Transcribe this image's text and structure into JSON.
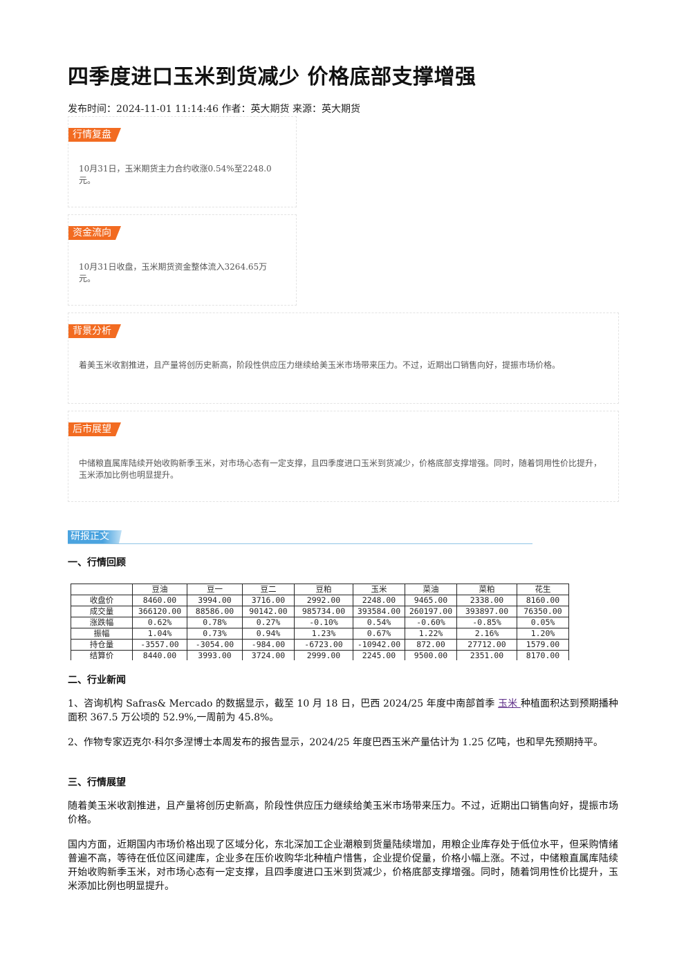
{
  "title": "四季度进口玉米到货减少 价格底部支撑增强",
  "meta": "发布时间：2024-11-01 11:14:46 作者：英大期货 来源：英大期货",
  "cards": [
    {
      "tag": "行情复盘",
      "text": "10月31日，玉米期货主力合约收涨0.54%至2248.0元。"
    },
    {
      "tag": "资金流向",
      "text": "10月31日收盘，玉米期货资金整体流入3264.65万元。"
    },
    {
      "tag": "背景分析",
      "text": "着美玉米收割推进，且产量将创历史新高，阶段性供应压力继续给美玉米市场带来压力。不过，近期出口销售向好，提振市场价格。"
    },
    {
      "tag": "后市展望",
      "text": "中储粮直属库陆续开始收购新季玉米，对市场心态有一定支撑，且四季度进口玉米到货减少，价格底部支撑增强。同时，随着饲用性价比提升，玉米添加比例也明显提升。"
    }
  ],
  "yanbao_label": "研报正文",
  "section1": "一、行情回顾",
  "table": {
    "columns": [
      "",
      "豆油",
      "豆一",
      "豆二",
      "豆粕",
      "玉米",
      "菜油",
      "菜粕",
      "花生"
    ],
    "rows": [
      [
        "收盘价",
        "8460.00",
        "3994.00",
        "3716.00",
        "2992.00",
        "2248.00",
        "9465.00",
        "2338.00",
        "8160.00"
      ],
      [
        "成交量",
        "366120.00",
        "88586.00",
        "90142.00",
        "985734.00",
        "393584.00",
        "260197.00",
        "393897.00",
        "76350.00"
      ],
      [
        "涨跌幅",
        "0.62%",
        "0.78%",
        "0.27%",
        "-0.10%",
        "0.54%",
        "-0.60%",
        "-0.85%",
        "0.05%"
      ],
      [
        "振幅",
        "1.04%",
        "0.73%",
        "0.94%",
        "1.23%",
        "0.67%",
        "1.22%",
        "2.16%",
        "1.20%"
      ],
      [
        "持仓量",
        "-3557.00",
        "-3054.00",
        "-984.00",
        "-6723.00",
        "-10942.00",
        "872.00",
        "27712.00",
        "1579.00"
      ],
      [
        "结算价",
        "8440.00",
        "3993.00",
        "3724.00",
        "2999.00",
        "2245.00",
        "9500.00",
        "2351.00",
        "8170.00"
      ]
    ]
  },
  "section2": "二、行业新闻",
  "news1": {
    "before": "1、咨询机构 Safras& Mercado 的数据显示，截至 10 月 18 日，巴西 2024/25 年度中南部首季 ",
    "link": "玉米 ",
    "after": "种植面积达到预期播种面积 367.5 万公顷的 52.9%,一周前为 45.8%。"
  },
  "news2": "2、作物专家迈克尔·科尔多涅博士本周发布的报告显示，2024/25 年度巴西玉米产量估计为 1.25 亿吨，也和早先预期持平。",
  "section3": "三、行情展望",
  "outlook1": "随着美玉米收割推进，且产量将创历史新高，阶段性供应压力继续给美玉米市场带来压力。不过，近期出口销售向好，提振市场价格。",
  "outlook2": "国内方面，近期国内市场价格出现了区域分化，东北深加工企业潮粮到货量陆续增加，用粮企业库存处于低位水平，但采购情绪普遍不高，等待在低位区间建库，企业多在压价收购华北种植户惜售，企业提价促量，价格小幅上涨。不过，中储粮直属库陆续开始收购新季玉米，对市场心态有一定支撑，且四季度进口玉米到货减少，价格底部支撑增强。同时，随着饲用性价比提升，玉米添加比例也明显提升。"
}
